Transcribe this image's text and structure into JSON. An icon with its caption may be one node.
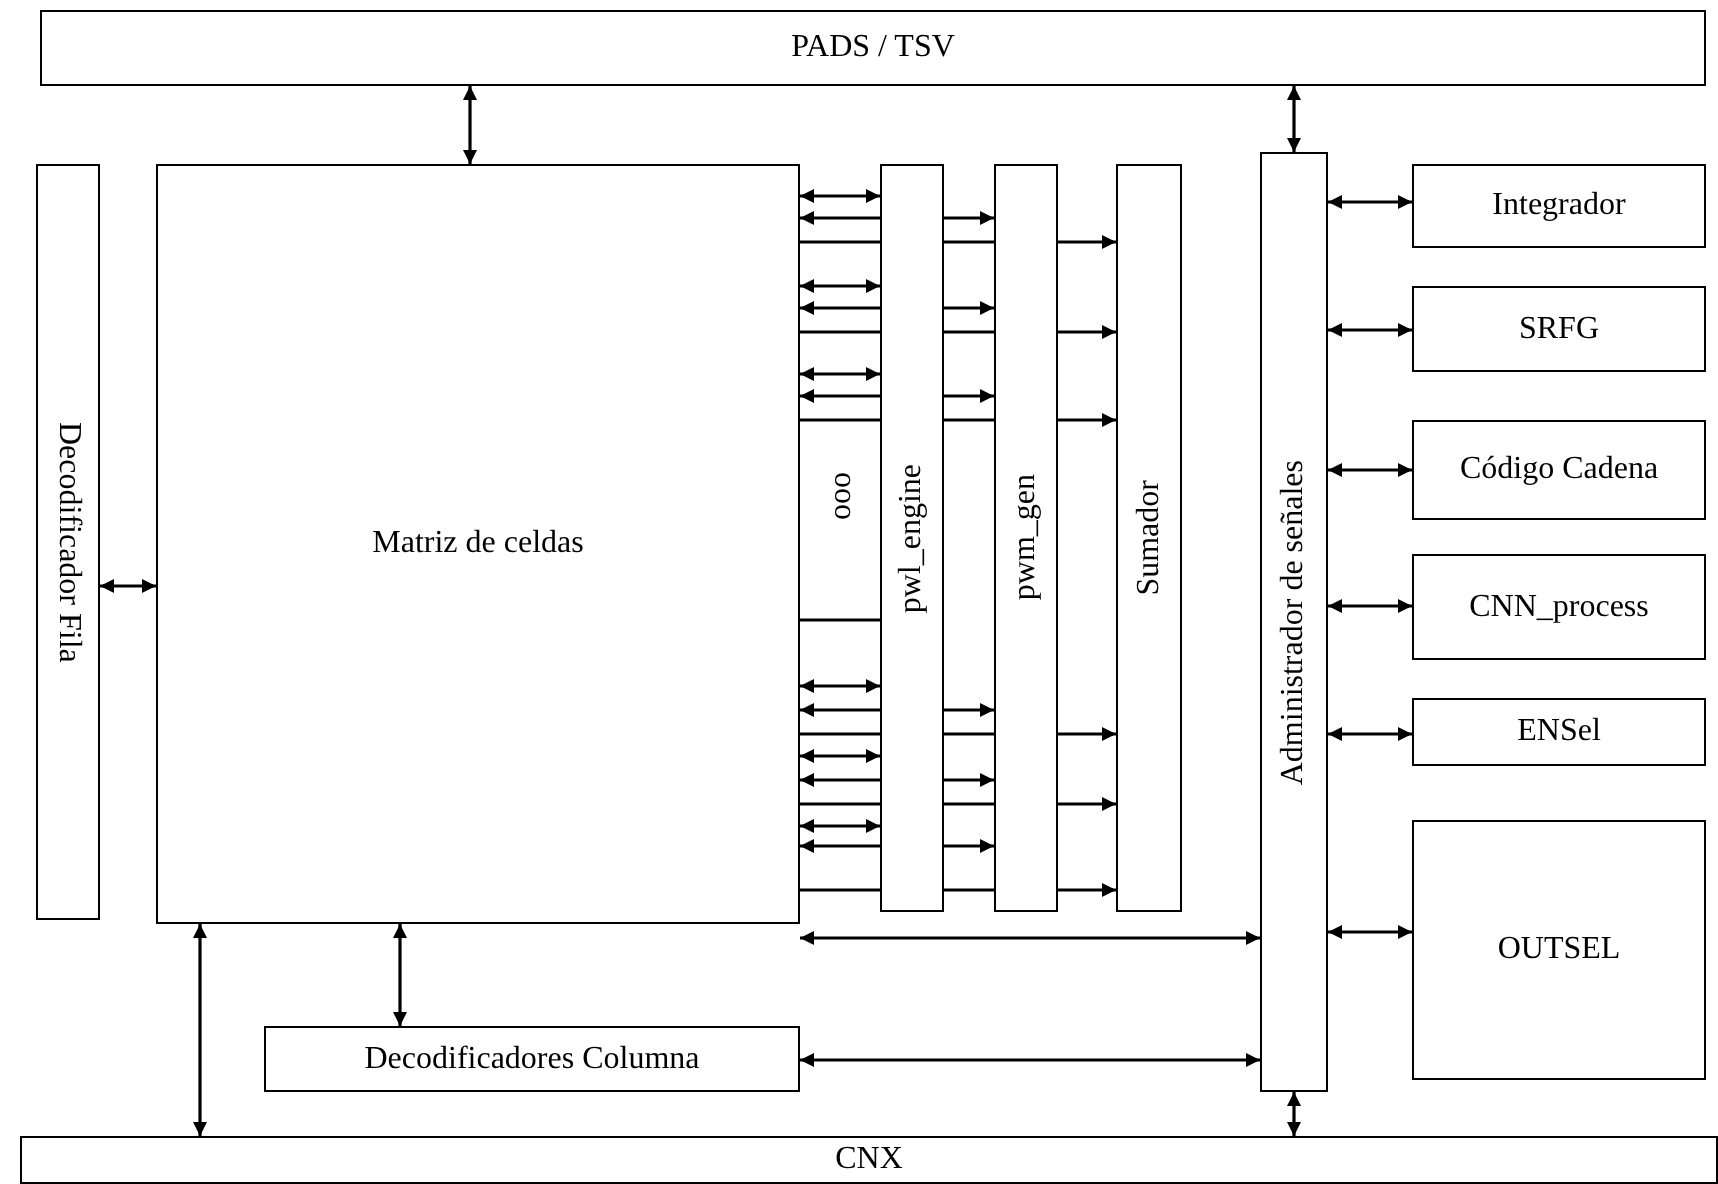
{
  "diagram": {
    "nodes": [
      {
        "text": [
          "PADS / TSV"
        ]
      },
      {
        "text": [
          "Decodificador Fila"
        ]
      },
      {
        "text": [
          "Matriz de celdas"
        ]
      },
      {
        "text": [
          "pwl_engine"
        ]
      },
      {
        "text": [
          "pwm_gen"
        ]
      },
      {
        "text": [
          "Sumador"
        ]
      },
      {
        "text": [
          "Administrador de señales"
        ]
      },
      {
        "text": [
          "Integrador"
        ]
      },
      {
        "text": [
          "SRFG"
        ]
      },
      {
        "text": [
          "Código Cadena"
        ]
      },
      {
        "text": [
          "CNN_process"
        ]
      },
      {
        "text": [
          "ENSel"
        ]
      },
      {
        "text": [
          "OUTSEL"
        ]
      },
      {
        "text": [
          "Decodificadores Columna"
        ]
      },
      {
        "text": [
          "CNX"
        ]
      }
    ],
    "edges": [
      {
        "from": 0,
        "to": 2,
        "arrow": "both"
      },
      {
        "from": 0,
        "to": 6,
        "arrow": "both"
      },
      {
        "from": 1,
        "to": 2,
        "arrow": "both"
      },
      {
        "from": 2,
        "to": 3,
        "arrow": "both"
      },
      {
        "from": 3,
        "to": 2,
        "arrow": "to"
      },
      {
        "from": 3,
        "to": 4,
        "arrow": "to"
      },
      {
        "from": 2,
        "to": 3,
        "arrow": "none"
      },
      {
        "from": 3,
        "to": 4,
        "arrow": "none"
      },
      {
        "from": 4,
        "to": 5,
        "arrow": "to"
      },
      {
        "from": 2,
        "to": 3,
        "arrow": "both"
      },
      {
        "from": 3,
        "to": 2,
        "arrow": "to"
      },
      {
        "from": 3,
        "to": 4,
        "arrow": "to"
      },
      {
        "from": 2,
        "to": 3,
        "arrow": "none"
      },
      {
        "from": 3,
        "to": 4,
        "arrow": "none"
      },
      {
        "from": 4,
        "to": 5,
        "arrow": "to"
      },
      {
        "from": 2,
        "to": 3,
        "arrow": "both"
      },
      {
        "from": 3,
        "to": 2,
        "arrow": "to"
      },
      {
        "from": 3,
        "to": 4,
        "arrow": "to"
      },
      {
        "from": 2,
        "to": 3,
        "arrow": "none"
      },
      {
        "from": 3,
        "to": 4,
        "arrow": "none"
      },
      {
        "from": 4,
        "to": 5,
        "arrow": "to"
      },
      {
        "from": 2,
        "to": 3,
        "arrow": "both"
      },
      {
        "from": 3,
        "to": 2,
        "arrow": "to"
      },
      {
        "from": 3,
        "to": 4,
        "arrow": "to"
      },
      {
        "from": 2,
        "to": 3,
        "arrow": "none"
      },
      {
        "from": 3,
        "to": 4,
        "arrow": "none"
      },
      {
        "from": 4,
        "to": 5,
        "arrow": "to"
      },
      {
        "from": 2,
        "to": 3,
        "arrow": "both"
      },
      {
        "from": 3,
        "to": 2,
        "arrow": "to"
      },
      {
        "from": 3,
        "to": 4,
        "arrow": "to"
      },
      {
        "from": 2,
        "to": 3,
        "arrow": "none"
      },
      {
        "from": 3,
        "to": 4,
        "arrow": "none"
      },
      {
        "from": 4,
        "to": 5,
        "arrow": "to"
      },
      {
        "from": 2,
        "to": 3,
        "arrow": "both"
      },
      {
        "from": 3,
        "to": 2,
        "arrow": "to"
      },
      {
        "from": 3,
        "to": 4,
        "arrow": "to"
      },
      {
        "from": 2,
        "to": 3,
        "arrow": "none"
      },
      {
        "from": 3,
        "to": 4,
        "arrow": "none"
      },
      {
        "from": 4,
        "to": 5,
        "arrow": "to"
      },
      {
        "from": 2,
        "to": 3,
        "arrow": "none"
      },
      {
        "from": 2,
        "to": 6,
        "arrow": "both"
      },
      {
        "from": 6,
        "to": 7,
        "arrow": "both"
      },
      {
        "from": 6,
        "to": 8,
        "arrow": "both"
      },
      {
        "from": 6,
        "to": 9,
        "arrow": "both"
      },
      {
        "from": 6,
        "to": 10,
        "arrow": "both"
      },
      {
        "from": 6,
        "to": 11,
        "arrow": "both"
      },
      {
        "from": 6,
        "to": 12,
        "arrow": "both"
      },
      {
        "from": 2,
        "to": 13,
        "arrow": "both"
      },
      {
        "from": 2,
        "to": 14,
        "arrow": "both"
      },
      {
        "from": 13,
        "to": 6,
        "arrow": "both"
      },
      {
        "from": 6,
        "to": 14,
        "arrow": "both"
      }
    ],
    "labels": [
      "ooo"
    ]
  }
}
